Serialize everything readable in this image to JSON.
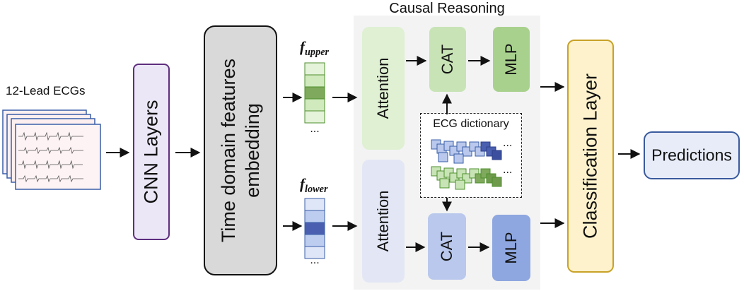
{
  "ecg_input": {
    "label": "12-Lead ECGs"
  },
  "cnn": {
    "label": "CNN Layers"
  },
  "embedding": {
    "line1": "Time domain features",
    "line2": "embedding"
  },
  "features": {
    "upper": {
      "symbol": "f",
      "subscript": "upper",
      "ellipsis": "..."
    },
    "lower": {
      "symbol": "f",
      "subscript": "lower",
      "ellipsis": "..."
    }
  },
  "causal": {
    "title": "Causal Reasoning",
    "upper": {
      "attention": "Attention",
      "cat": "CAT",
      "mlp": "MLP"
    },
    "lower": {
      "attention": "Attention",
      "cat": "CAT",
      "mlp": "MLP"
    },
    "dictionary": {
      "label": "ECG dictionary",
      "ellipsis_top": "...",
      "ellipsis_bottom": "..."
    }
  },
  "classification": {
    "label": "Classification Layer"
  },
  "output": {
    "label": "Predictions"
  },
  "colors": {
    "cnn_fill": "#ebe7f7",
    "cnn_border": "#5e2e7e",
    "embed_fill": "#d9d9d9",
    "green_light": "#dff0d3",
    "green_mid": "#c8e4b6",
    "green_dark": "#a9d18e",
    "blue_light": "#e3e7f5",
    "blue_mid": "#b9c8ec",
    "blue_dark": "#8ea7e0",
    "panel": "#f3f3f3",
    "class_fill": "#fdf2cc",
    "class_border": "#c9a227",
    "pred_fill": "#e7ecf8",
    "pred_border": "#3a5a9e"
  }
}
